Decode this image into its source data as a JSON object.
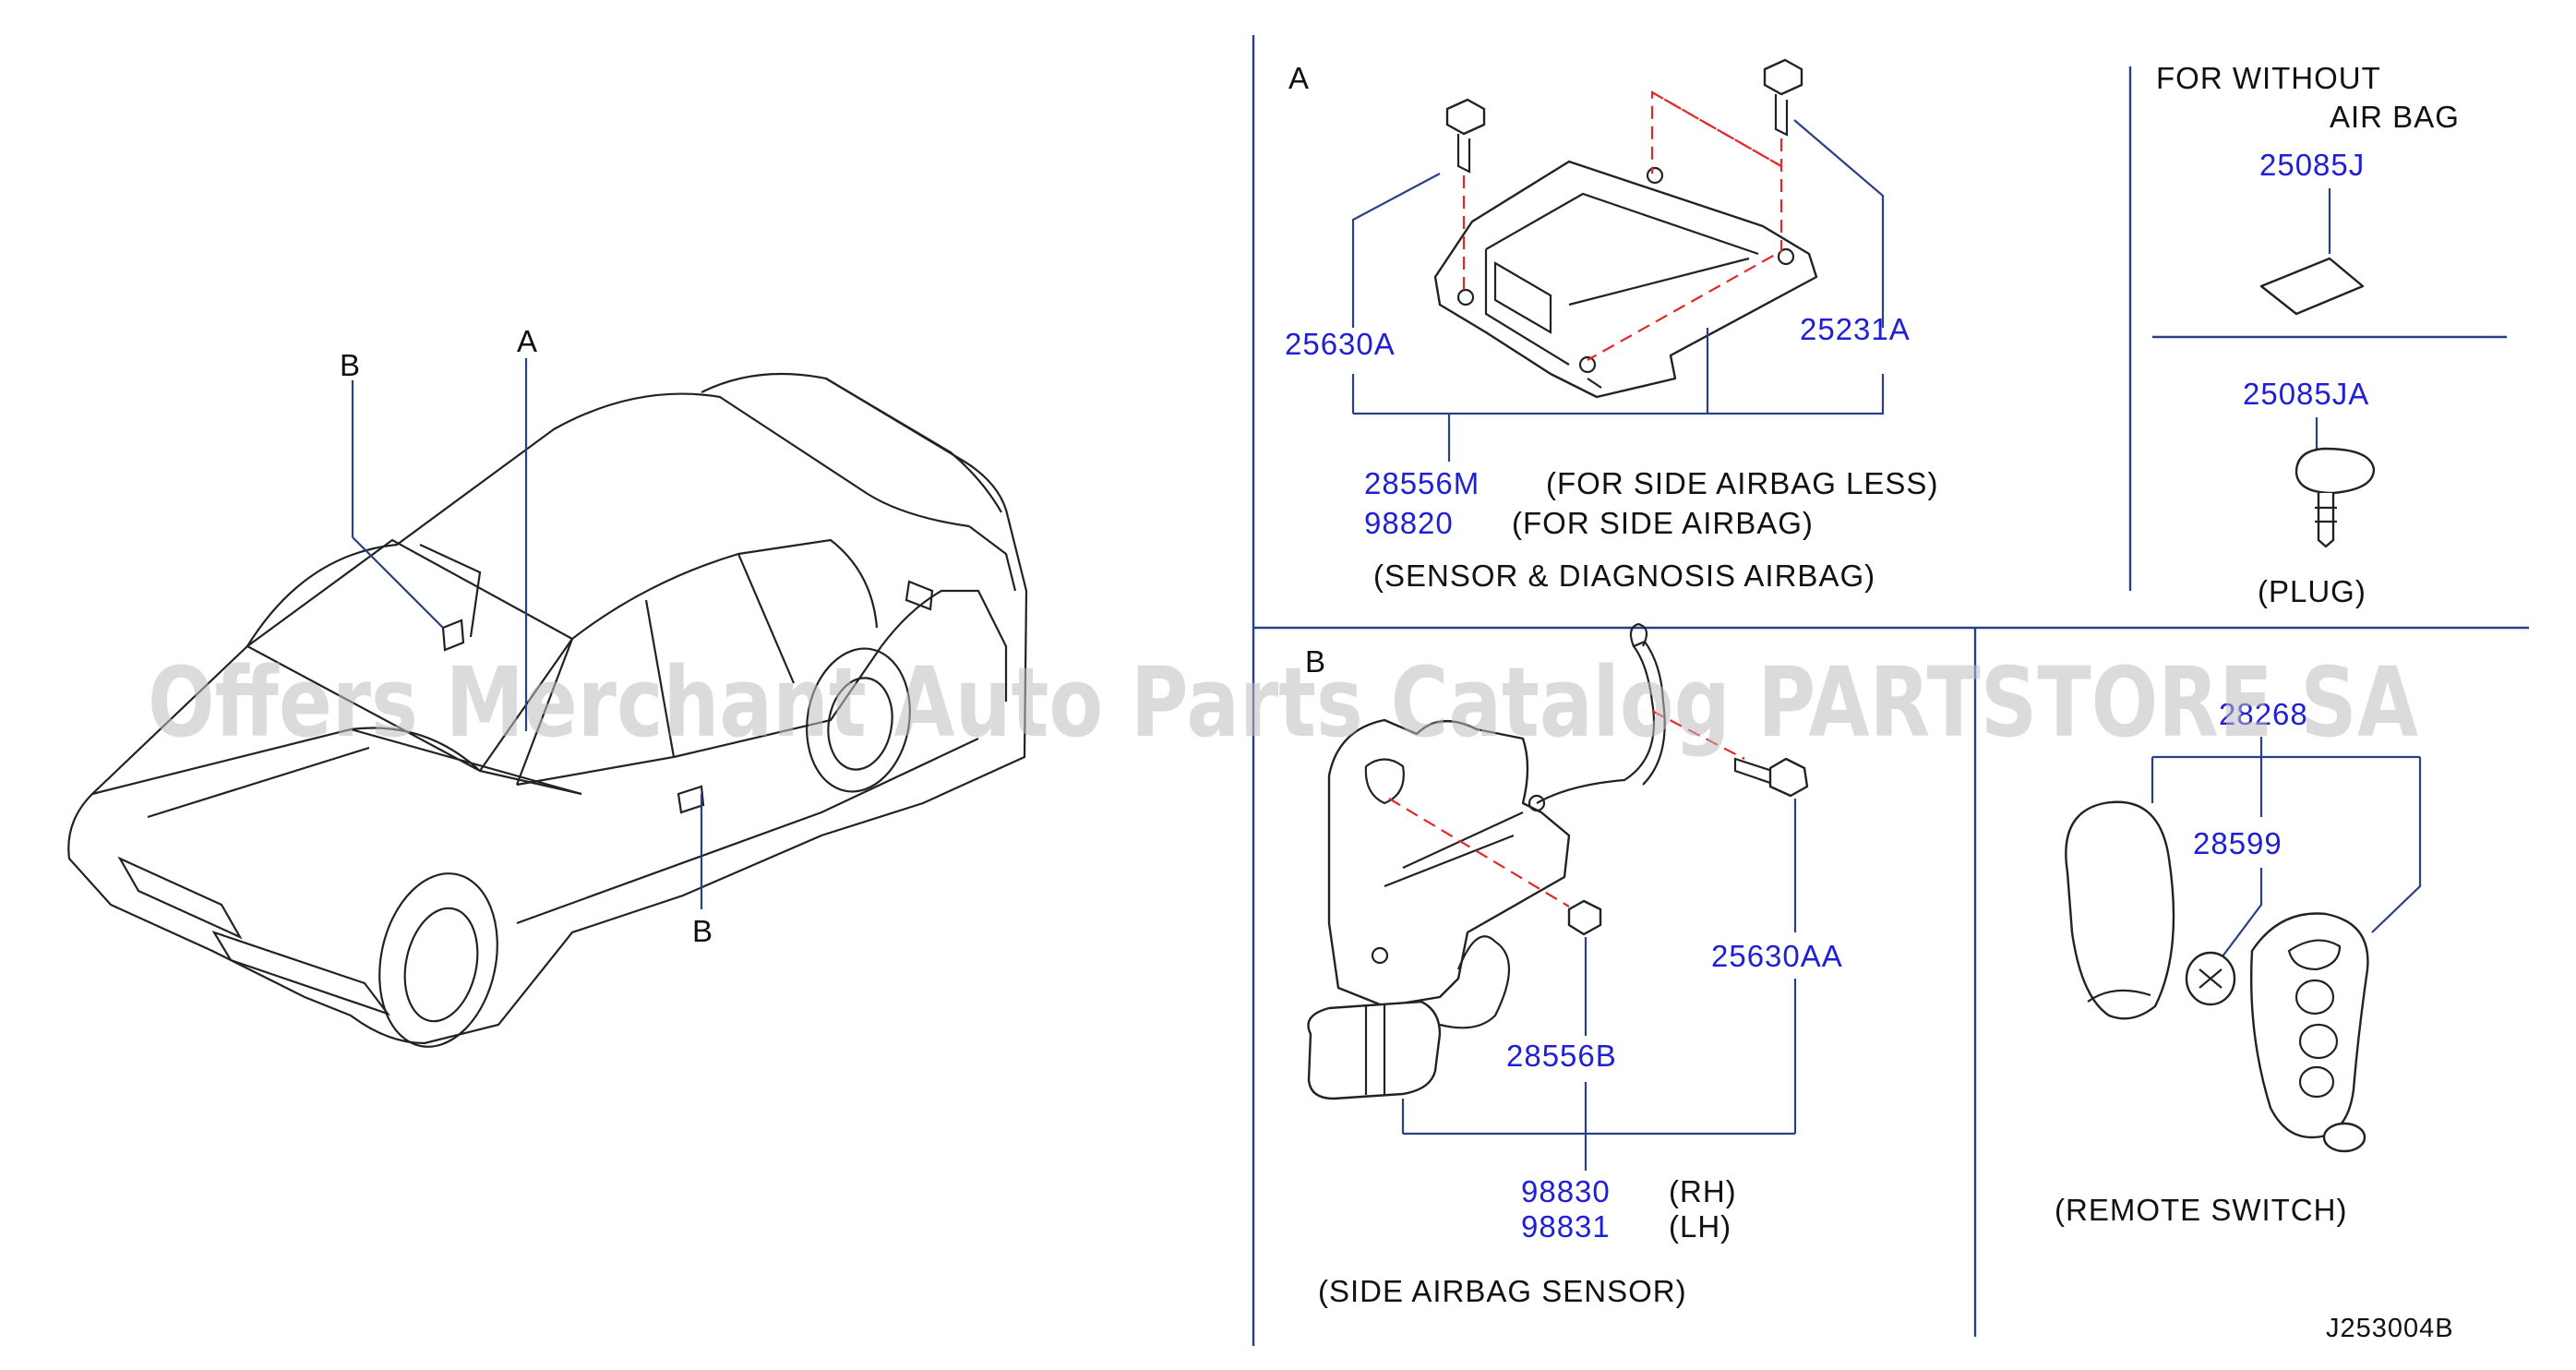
{
  "watermark": "Offers Merchant Auto Parts Catalog PARTSTORE SA",
  "overview": {
    "callout_a": "A",
    "callout_b_top": "B",
    "callout_b_bottom": "B"
  },
  "section_a": {
    "title": "A",
    "part_bolt_left": "25630A",
    "part_bolt_right": "25231A",
    "part_main_1": "28556M",
    "note_main_1": "(FOR  SIDE  AIRBAG  LESS)",
    "part_main_2": "98820",
    "note_main_2": "(FOR  SIDE  AIRBAG)",
    "caption": "(SENSOR  &  DIAGNOSIS  AIRBAG)"
  },
  "section_plug": {
    "header_line1": "FOR  WITHOUT",
    "header_line2": "AIR  BAG",
    "part_patch": "25085J",
    "part_plug": "25085JA",
    "caption": "(PLUG)"
  },
  "section_b": {
    "title": "B",
    "part_bolt": "25630AA",
    "part_nut": "28556B",
    "part_rh": "98830",
    "note_rh": "(RH)",
    "part_lh": "98831",
    "note_lh": "(LH)",
    "caption": "(SIDE  AIRBAG  SENSOR)"
  },
  "section_remote": {
    "part_set": "28268",
    "part_battery": "28599",
    "caption": "(REMOTE  SWITCH)"
  },
  "diagram_code": "J253004B"
}
